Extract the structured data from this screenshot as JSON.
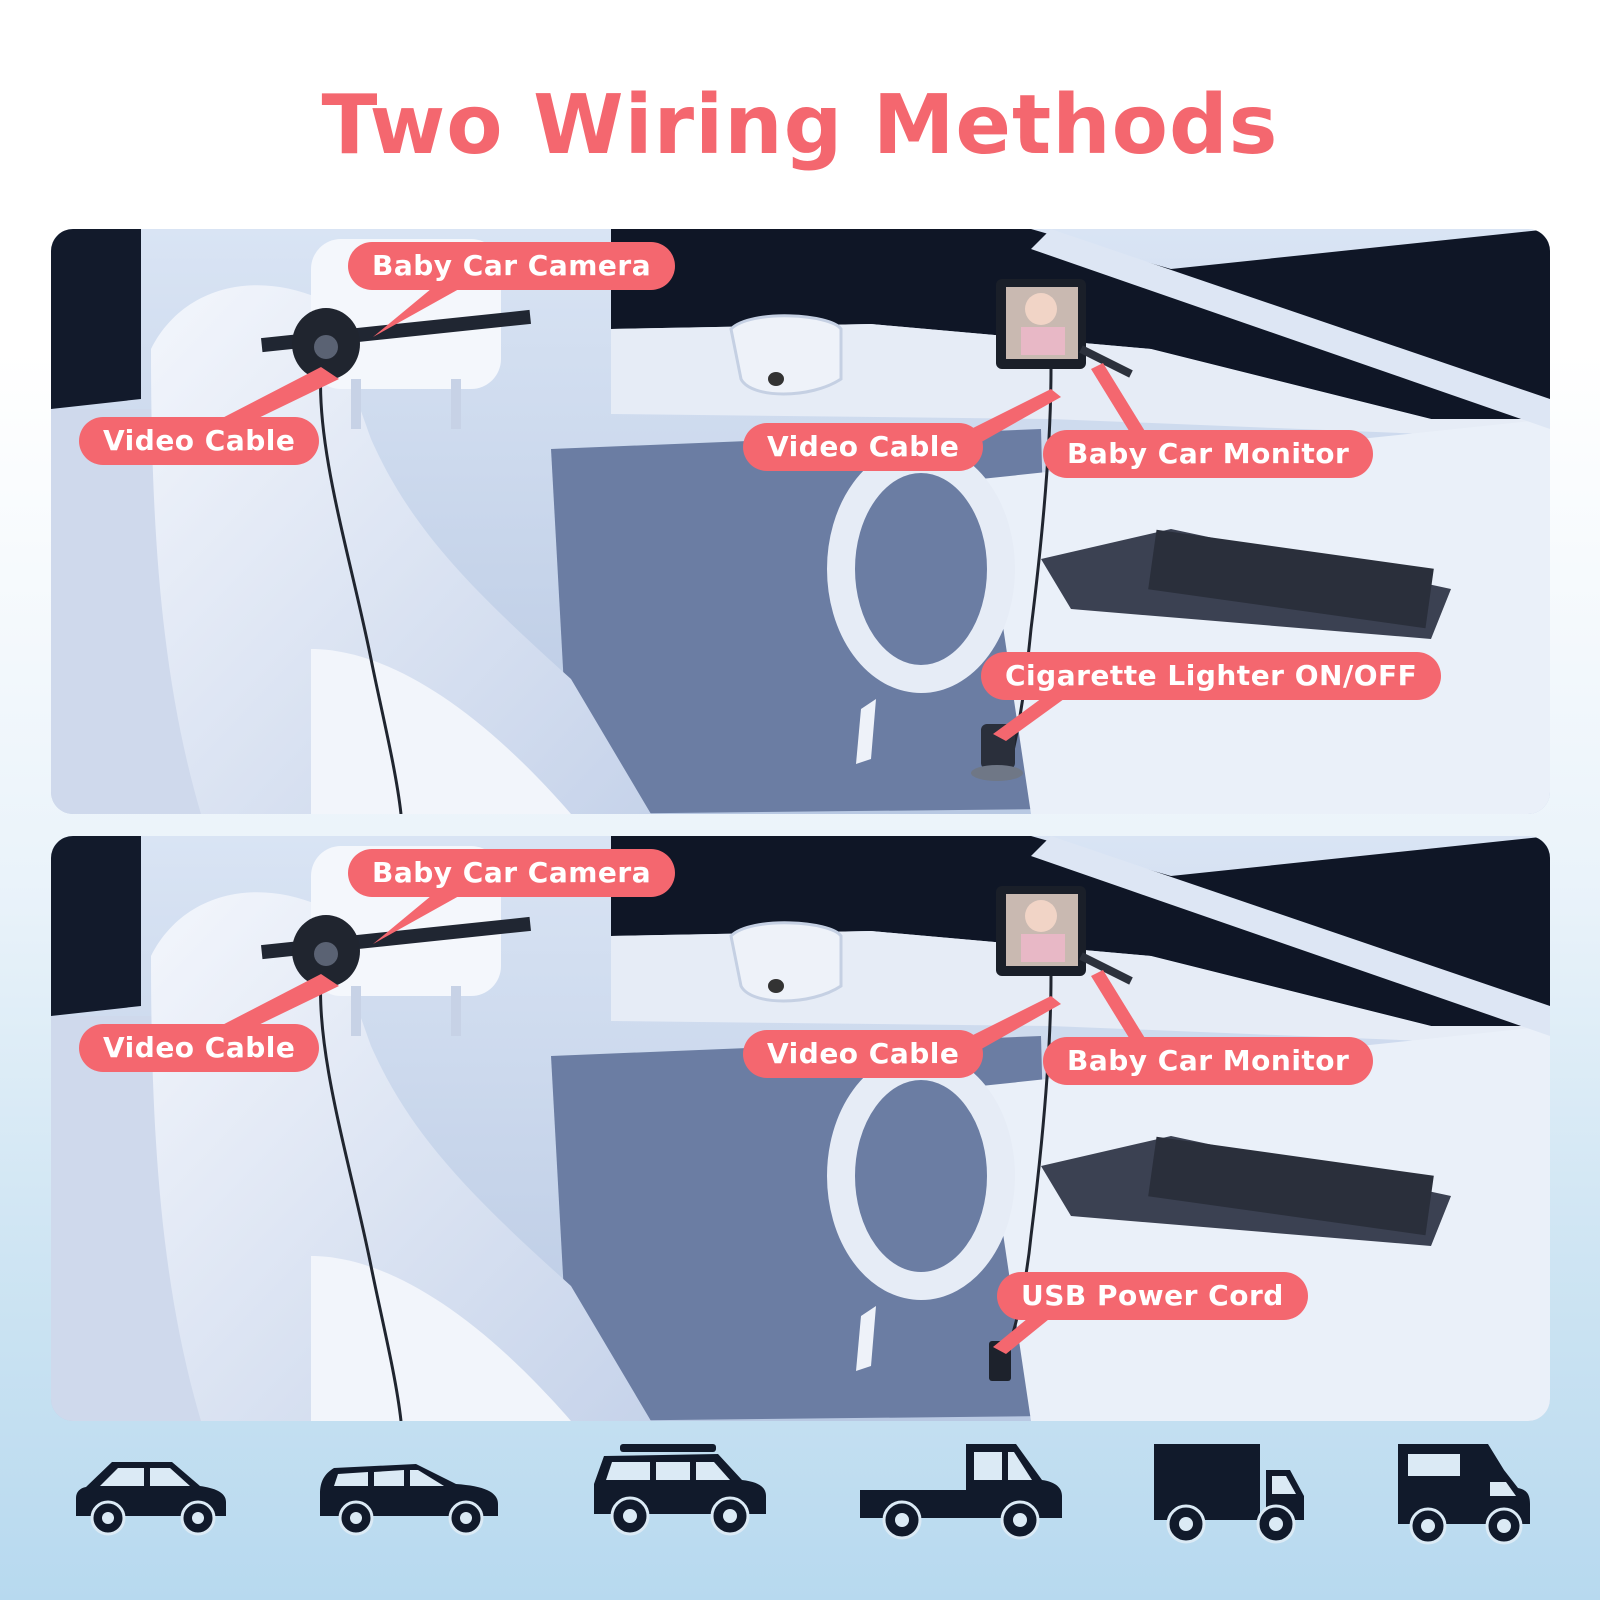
{
  "title": "Two Wiring Methods",
  "colors": {
    "accent": "#f4676f",
    "label_text": "#ffffff",
    "vehicle_icon": "#111a2b"
  },
  "panels": [
    {
      "labels": {
        "camera": "Baby Car Camera",
        "video_cable_left": "Video Cable",
        "video_cable_right": "Video Cable",
        "monitor": "Baby Car Monitor",
        "power": "Cigarette Lighter ON/OFF"
      },
      "power_icon": "cigarette-lighter-plug-icon"
    },
    {
      "labels": {
        "camera": "Baby Car Camera",
        "video_cable_left": "Video Cable",
        "video_cable_right": "Video Cable",
        "monitor": "Baby Car Monitor",
        "power": "USB Power Cord"
      },
      "power_icon": "usb-plug-icon"
    }
  ],
  "vehicles": [
    "hatchback-icon",
    "wagon-icon",
    "suv-icon",
    "pickup-truck-icon",
    "box-truck-icon",
    "camper-van-icon"
  ]
}
